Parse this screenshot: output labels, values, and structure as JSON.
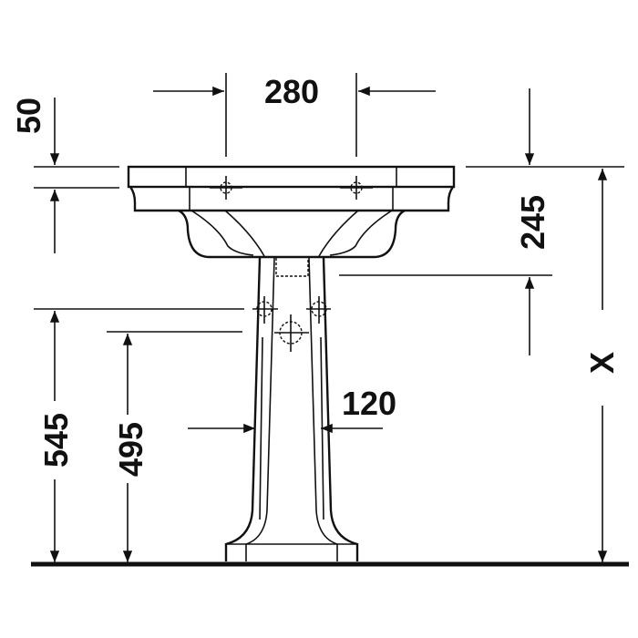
{
  "diagram": {
    "subject": "pedestal washbasin elevation",
    "colors": {
      "line": "#111111",
      "background": "#ffffff"
    },
    "dimensions": {
      "tap_hole_spacing": "280",
      "rim_thickness": "50",
      "waste_height_below_rim": "245",
      "upper_fixing_height": "545",
      "lower_fixing_height": "495",
      "pedestal_width": "120",
      "overall_height": "X"
    }
  }
}
